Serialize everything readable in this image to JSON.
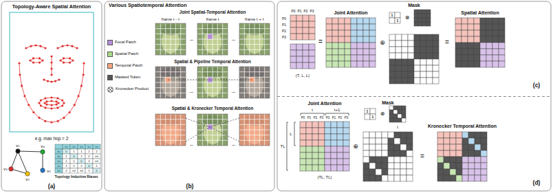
{
  "diagram": {
    "nodes": [
      {
        "text": [
          "Topology-Aware Spatial Attention",
          "(a)"
        ]
      },
      {
        "text": [
          "Various Spatiotemporal Attention",
          "(b)"
        ]
      },
      {
        "text": [
          "(c)"
        ]
      },
      {
        "text": [
          "(d)"
        ]
      }
    ],
    "labels": [
      "e.g. max hop = 2",
      "v₁",
      "v₂",
      "v₃",
      "v₄",
      "v₅",
      "v₁",
      "v₂",
      "v₃",
      "v₄",
      "v₅",
      "v₁",
      "0",
      "1",
      "1",
      "1",
      "2",
      "v₂",
      "1",
      "0",
      "1",
      "2",
      "inf",
      "v₃",
      "1",
      "1",
      "0",
      "2",
      "inf",
      "v₄",
      "1",
      "2",
      "2",
      "0",
      "1",
      "v₅",
      "2",
      "inf",
      "inf",
      "1",
      "0",
      "Topology Inductive Biases",
      "Joint Spatial-Temporal Attention",
      "frame t - τ",
      "...",
      "frame t",
      "...",
      "frame t + τ",
      "Spatial & Pipeline Temporal Attention",
      "...",
      "...",
      "Spatial & Kronecker Temporal Attention",
      "...",
      "...",
      "P0",
      "P1",
      "P2",
      "P3",
      "P0",
      "P1",
      "P2",
      "P3",
      "(T, L, L)",
      "=",
      "Joint Attention",
      "⊕",
      "Mask",
      "1",
      "1",
      "⊗",
      "=",
      "Spatial Attention",
      "Joint Attention",
      "t",
      "t+1",
      "P0",
      "P1",
      "P2",
      "P3",
      "P0",
      "P1",
      "P2",
      "P3",
      "L",
      "TL",
      "(TL, TL)",
      "⊕",
      "Mask",
      "1",
      "1",
      "⊗",
      "t",
      "=",
      "Kronecker Temporal Attention"
    ],
    "legend": [
      {
        "text": "Focal Patch",
        "color": "#b48ed6"
      },
      {
        "text": "Spatial Patch",
        "color": "#a8d98a"
      },
      {
        "text": "Temporal Patch",
        "color": "#f4a582"
      },
      {
        "text": "Masked Token",
        "color": "#555555"
      },
      {
        "text": "Kronecker Product"
      }
    ]
  }
}
